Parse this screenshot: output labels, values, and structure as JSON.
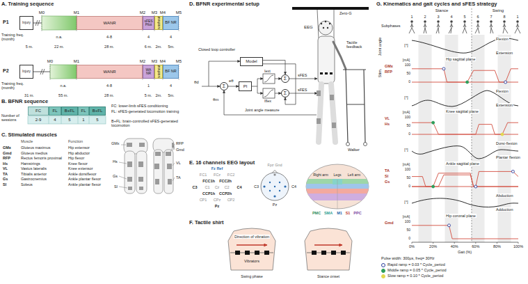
{
  "diagram": {
    "nodes": [
      {
        "text": [
          "Injury"
        ]
      },
      {
        "text": [
          "WANR"
        ]
      },
      {
        "text": [
          "sFES Pilot"
        ]
      },
      {
        "text": [
          "washout"
        ]
      },
      {
        "text": [
          "BF NR"
        ]
      },
      {
        "text": [
          "Injury"
        ]
      },
      {
        "text": [
          "WANR"
        ]
      },
      {
        "text": [
          "WA NR"
        ]
      },
      {
        "text": [
          "washout"
        ]
      },
      {
        "text": [
          "BF NR"
        ]
      },
      {
        "text": [
          "FC"
        ]
      },
      {
        "text": [
          "FL"
        ]
      },
      {
        "text": [
          "B+FL"
        ]
      },
      {
        "text": [
          "FL"
        ]
      },
      {
        "text": [
          "B+FL"
        ]
      },
      {
        "text": [
          "Model"
        ]
      },
      {
        "text": [
          "PI"
        ]
      },
      {
        "text": [
          "Σ"
        ]
      },
      {
        "text": [
          "Σ"
        ]
      },
      {
        "text": [
          "Σ"
        ]
      }
    ],
    "edges": [
      {
        "from": 17,
        "to": 16,
        "arrow": "to"
      },
      {
        "from": 15,
        "to": 18,
        "arrow": "to"
      },
      {
        "from": 15,
        "to": 19,
        "arrow": "to"
      }
    ],
    "labels": [
      "A. Training sequence",
      "P1",
      "M0",
      "M1",
      "M2",
      "M3",
      "M4",
      "M5",
      "Training freq. (month)",
      "n.a.",
      "4-8",
      "4",
      "4",
      "5 m.",
      "22 m.",
      "28 m.",
      "6 m.",
      "2m.",
      "5m.",
      "P2",
      "M0",
      "M1",
      "M2",
      "M3",
      "M4",
      "M5",
      "Training freq. (month)",
      "n.a.",
      "4-8",
      "1",
      "4",
      "31 m.",
      "55 m.",
      "28 m.",
      "5 m.",
      "2m.",
      "5m.",
      "B. BFNR sequence",
      "Number of sessions",
      "2-9",
      "4",
      "5",
      "1",
      "5",
      "FC: lower-limb sFES conditioning",
      "FL: sFES-generated locomotion training",
      "B+FL: brain-controlled sFES-generated locomotion",
      "C. Stimulated muscles",
      "Muscle",
      "Function",
      "GMx",
      "Gluteus maximus",
      "Hip extensor",
      "Gmd",
      "Gluteus medius",
      "Hip abductor",
      "RFP",
      "Rectus femoris proximal",
      "Hip flexor",
      "Hs",
      "Hamstrings",
      "Knee flexor",
      "VL",
      "Vastus lateralis",
      "Knee extensor",
      "TA",
      "Tibialis anterior",
      "Ankle dorsiflexor",
      "Gs",
      "Gastrocnemius",
      "Ankle plantar flexor",
      "Sl",
      "Soleus",
      "Ankle plantar flexor",
      "GMx",
      "Hs",
      "Gs",
      "Sl",
      "RFP",
      "Gmd",
      "VL",
      "TA",
      "D. BFNR experimental setup",
      "Zero-G",
      "EEG",
      "Tactile feedback",
      "sFES",
      "sFES",
      "Walker",
      "Closed loop controller",
      "θd",
      "eθ",
      "θm",
      "Iext",
      "Iflex",
      "Joint angle measure",
      "E. 16 channels EEG layout",
      "Fz Ref",
      "FC1",
      "FCz",
      "FC2",
      "FCC1h",
      "FCC2h",
      "C3",
      "C1",
      "Cz",
      "C2",
      "C4",
      "CCP1h",
      "CCP2h",
      "CP1",
      "CPz",
      "CP2",
      "Pz",
      "Fpz Gnd",
      "C3",
      "C4",
      "Pz",
      "Right arm",
      "Legs",
      "Left arm",
      "PMC",
      "SMA",
      "M1",
      "S1",
      "PPC",
      "F. Tactile shirt",
      "Direction of vibration",
      "Vibrators",
      "Swing phase",
      "Stance onset",
      "G. Kinematics and gait cycles and sFES strategy",
      "Stance",
      "Swing",
      "Subphases",
      "1",
      "2",
      "3",
      "4",
      "5",
      "6",
      "7",
      "8",
      "1",
      "Joint angle",
      "Stim.",
      "[°]",
      "Flexion",
      "Extension",
      "Hip sagittal plane",
      "[mA]",
      "100",
      "50",
      "0",
      "GMx",
      "RFP",
      "[°]",
      "Flexion",
      "Extension",
      "Knee sagittal plane",
      "[mA]",
      "100",
      "50",
      "0",
      "VL",
      "Hs",
      "[°]",
      "Dorsi-flexion",
      "Plantar flexion",
      "Ankle sagittal plane",
      "[mA]",
      "100",
      "50",
      "0",
      "TA",
      "Sl",
      "Gs",
      "[°]",
      "Abduction",
      "Adduction",
      "Hip coronal plane",
      "[mA]",
      "100",
      "50",
      "0",
      "Gmd",
      "0%",
      "20%",
      "40%",
      "60%",
      "80%",
      "100%",
      "Gait (%)",
      "Pulse width: 300µs, freq= 30Hz"
    ],
    "legend": [
      {
        "text": "Rapid ramp = 0.03 * Cycle_period",
        "color": "#2b3d9c"
      },
      {
        "text": "Middle ramp = 0.05 * Cycle_period",
        "color": "#2e9e5b"
      },
      {
        "text": "Slow ramp = 0.10 * Cycle_period",
        "color": "#e3d94f"
      }
    ]
  }
}
